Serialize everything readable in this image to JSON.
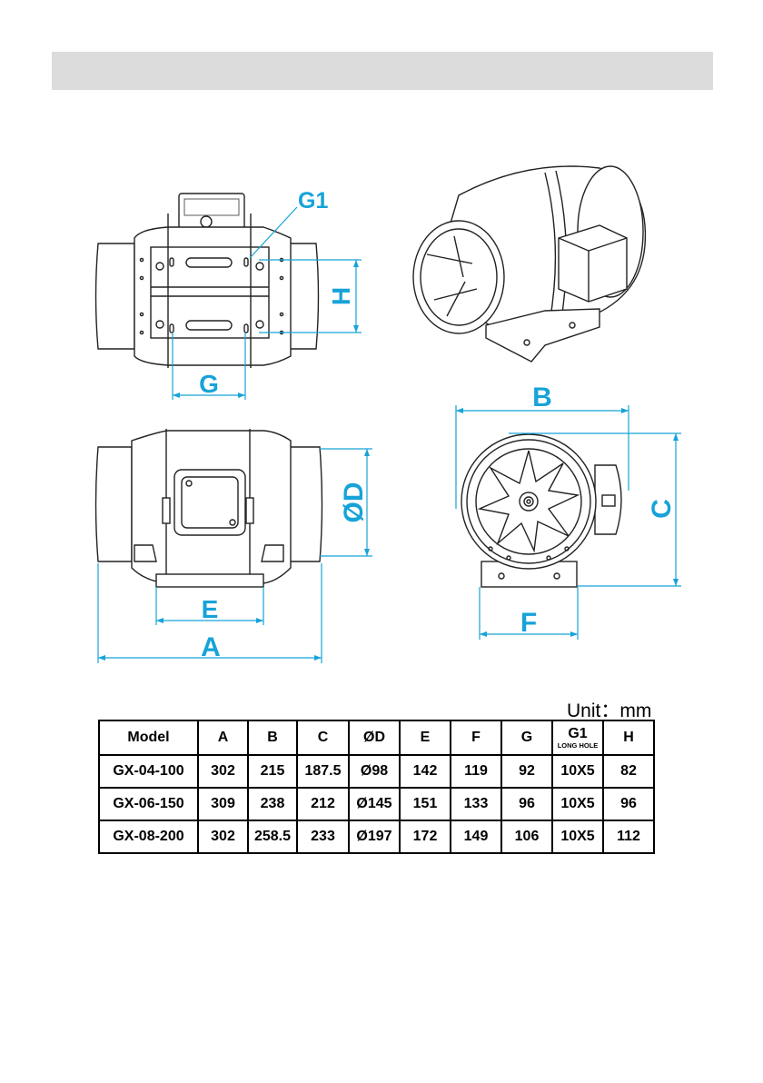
{
  "labels": {
    "g1": "G1",
    "h": "H",
    "g": "G",
    "b": "B",
    "c": "C",
    "d": "ØD",
    "e": "E",
    "f": "F",
    "a": "A"
  },
  "unit_label": "Unit：mm",
  "table": {
    "headers": [
      "Model",
      "A",
      "B",
      "C",
      "ØD",
      "E",
      "F",
      "G",
      "G1",
      "H"
    ],
    "g1_note": "LONG HOLE",
    "rows": [
      [
        "GX-04-100",
        "302",
        "215",
        "187.5",
        "Ø98",
        "142",
        "119",
        "92",
        "10X5",
        "82"
      ],
      [
        "GX-06-150",
        "309",
        "238",
        "212",
        "Ø145",
        "151",
        "133",
        "96",
        "10X5",
        "96"
      ],
      [
        "GX-08-200",
        "302",
        "258.5",
        "233",
        "Ø197",
        "172",
        "149",
        "106",
        "10X5",
        "112"
      ]
    ]
  },
  "colors": {
    "dimension": "#16a3d8",
    "header_bar": "#dcdcdc",
    "line": "#222222"
  }
}
